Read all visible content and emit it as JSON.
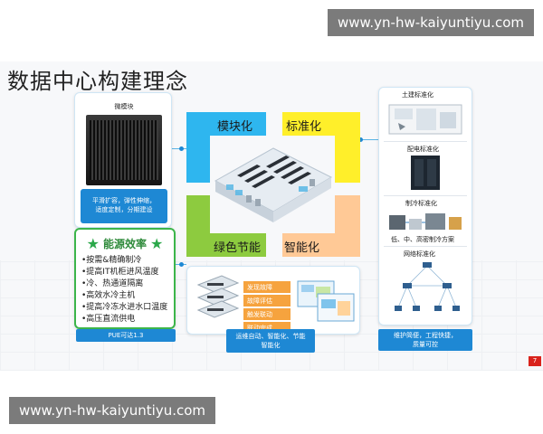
{
  "watermark": {
    "top": "www.yn-hw-kaiyuntiyu.com",
    "bottom": "www.yn-hw-kaiyuntiyu.com"
  },
  "slide": {
    "title": "数据中心构建理念",
    "page_number": "7"
  },
  "micro_module": {
    "title": "微模块",
    "caption_line1": "平滑扩容，弹性伸缩，",
    "caption_line2": "适度定制，分期建设"
  },
  "energy": {
    "title": "能源效率",
    "items": [
      "•按需&精确制冷",
      "•提高IT机柜进风温度",
      "•冷、热通道隔离",
      "•高效水冷主机",
      "•提高冷冻水进水口温度",
      "•高压直流供电"
    ],
    "pue": "PUE可达1.3"
  },
  "quadrants": {
    "modular": "模块化",
    "standard": "标准化",
    "green": "绿色节能",
    "smart": "智能化"
  },
  "ops": {
    "items": [
      "发现故障",
      "故障评估",
      "触发联动",
      "联动完成"
    ],
    "caption_line1": "运维自动、智能化、节能",
    "caption_line2": "智能化"
  },
  "standards": {
    "civil": "土建标准化",
    "power": "配电标准化",
    "cooling": "制冷标准化",
    "cooling_note": "低、中、高密制冷方案",
    "network": "网络标准化",
    "caption_line1": "维护简便，工程快捷，",
    "caption_line2": "质量可控"
  },
  "colors": {
    "modular": "#2eb6ef",
    "standard": "#ffef2a",
    "green": "#8dcb3f",
    "smart": "#ffc996",
    "caption_blue": "#1e88d4",
    "energy_green": "#3cb54a",
    "ops_orange": "#f6a33e"
  }
}
